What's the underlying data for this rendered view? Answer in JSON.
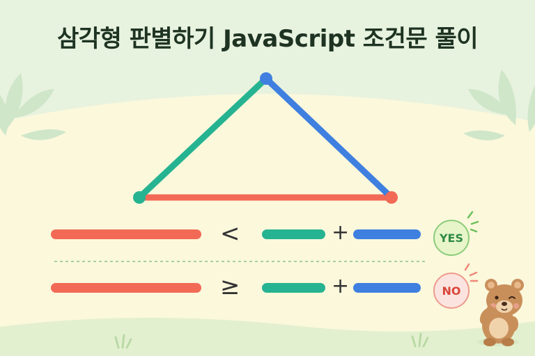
{
  "title": "삼각형 판별하기 JavaScript 조건문 풀이",
  "colors": {
    "side_a": "#f26a55",
    "side_b": "#26b391",
    "side_c": "#3f7fe0",
    "background": "#fbf8dc"
  },
  "rows": [
    {
      "operator": "<",
      "plus": "+",
      "result": "YES"
    },
    {
      "operator": "≥",
      "plus": "+",
      "result": "NO"
    }
  ],
  "mascot": "bear-icon"
}
